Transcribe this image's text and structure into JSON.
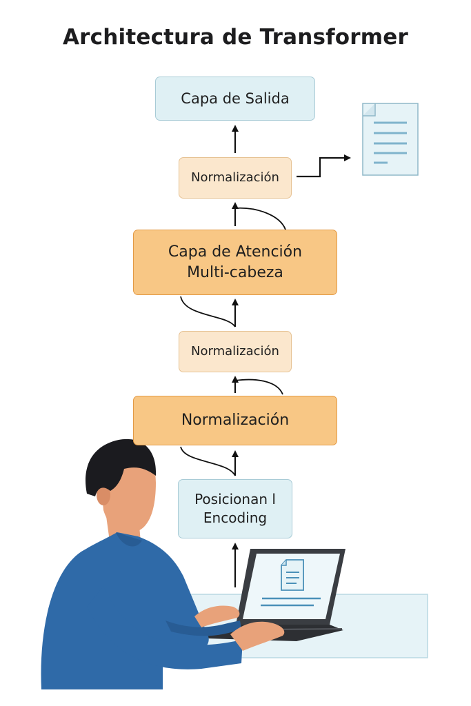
{
  "diagram": {
    "title": "Architectura de Transformer",
    "boxes": {
      "output_layer": "Capa de Salida",
      "norm_top": "Normalización",
      "attention": "Capa de Atención\nMulti-cabeza",
      "norm_middle": "Normalización",
      "norm_bottom": "Normalización",
      "positional": "Posicionan l\nEncoding"
    },
    "colors": {
      "blue_box": "#dff0f4",
      "cream_box": "#fbe7cd",
      "orange_box": "#f8c785",
      "shirt": "#2f6aa8",
      "hair": "#1b1b1f",
      "skin": "#e8a27a",
      "document": "#e6f3f7"
    },
    "icons": [
      "document-icon",
      "laptop-icon",
      "person-illustration"
    ]
  }
}
